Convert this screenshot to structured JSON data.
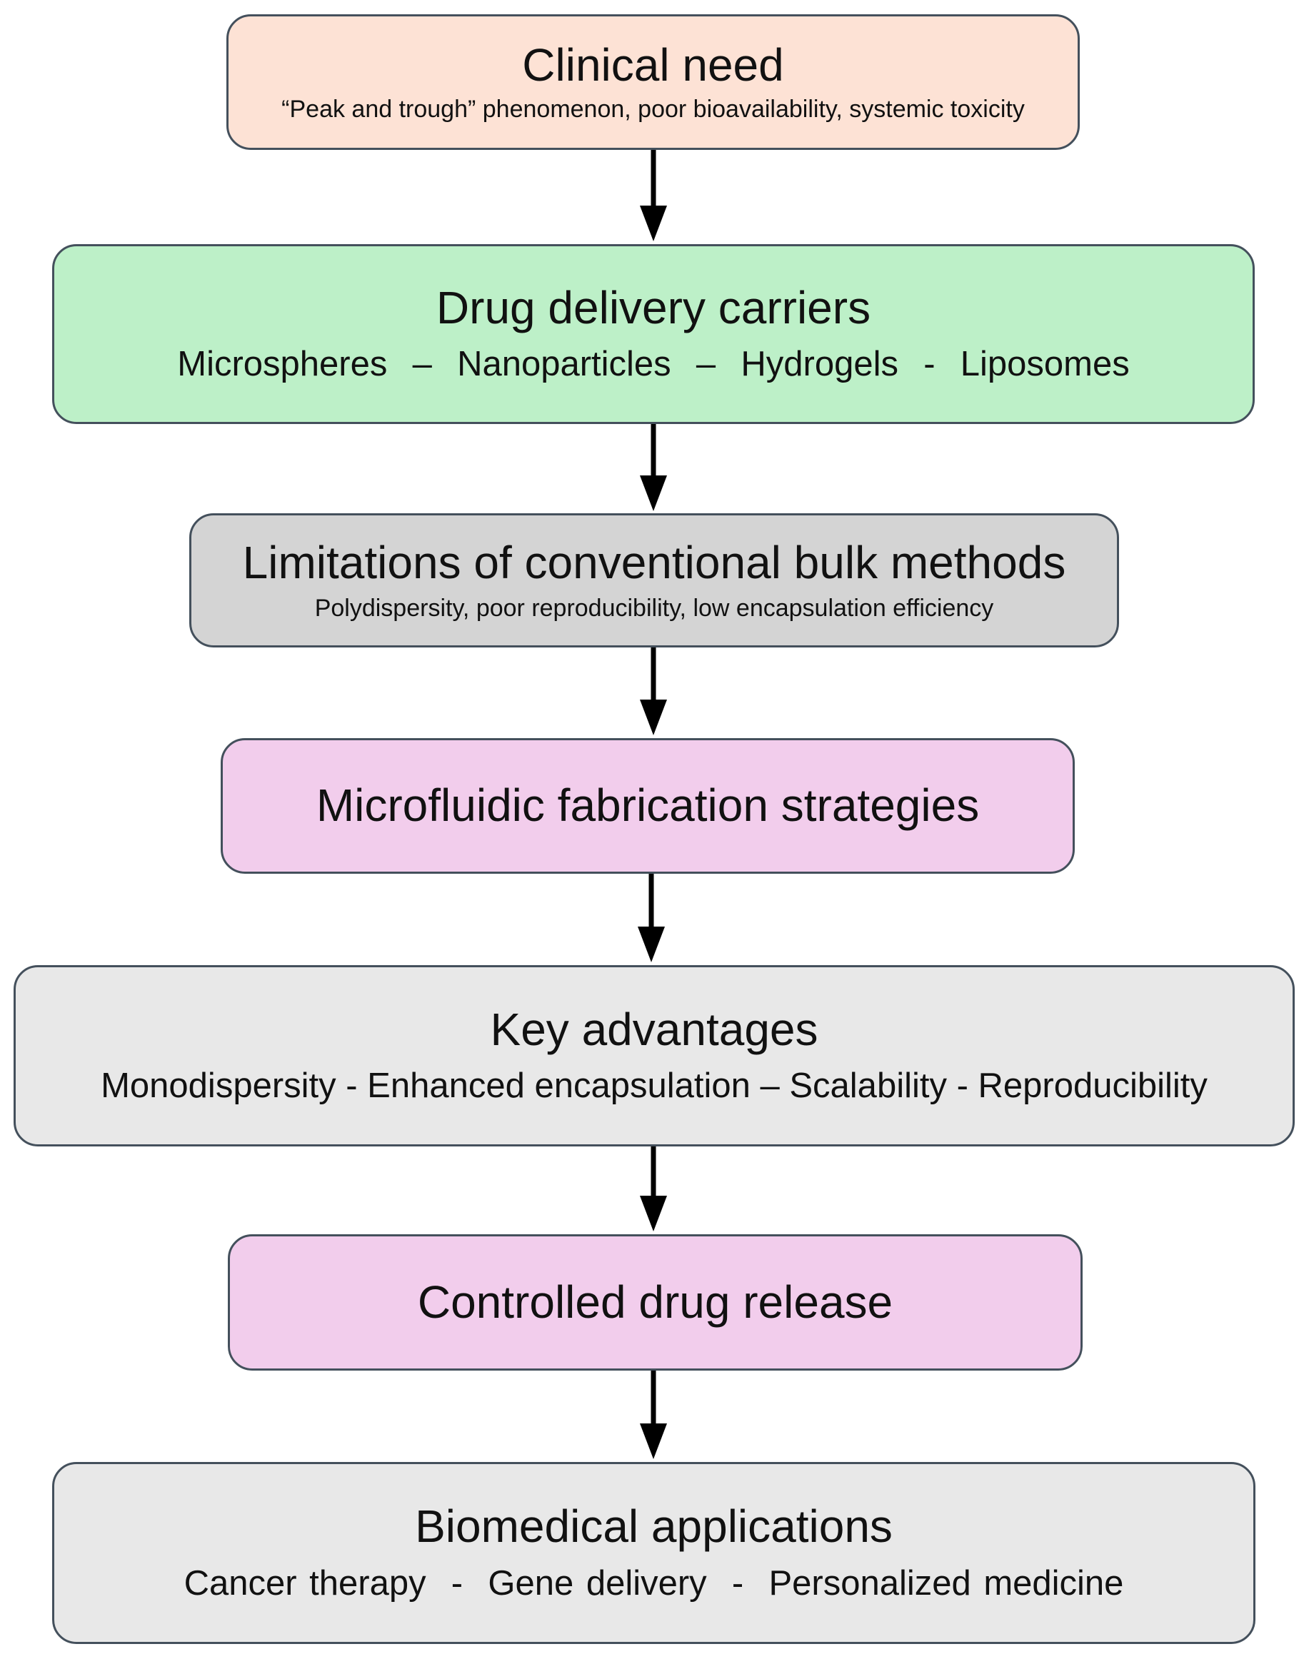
{
  "colors": {
    "clinical_need": "#fde2d5",
    "carriers": "#bdf0c8",
    "limitations": "#d4d4d4",
    "microfluidic": "#f2cdec",
    "advantages": "#e8e8e8",
    "release": "#f2cdec",
    "applications": "#e8e8e8",
    "border": "#44505c",
    "arrow": "#000000"
  },
  "nodes": [
    {
      "title": "Clinical need",
      "subtitle": "“Peak and trough” phenomenon, poor bioavailability, systemic toxicity"
    },
    {
      "title": "Drug delivery carriers",
      "subtitle": "Microspheres  –  Nanoparticles  –  Hydrogels  -  Liposomes"
    },
    {
      "title": "Limitations of conventional bulk methods",
      "subtitle": "Polydispersity, poor reproducibility, low encapsulation efficiency"
    },
    {
      "title": "Microfluidic fabrication strategies"
    },
    {
      "title": "Key advantages",
      "subtitle": "Monodispersity - Enhanced encapsulation – Scalability - Reproducibility"
    },
    {
      "title": "Controlled drug release"
    },
    {
      "title": "Biomedical applications",
      "subtitle": "Cancer therapy  -  Gene delivery  -  Personalized medicine"
    }
  ]
}
